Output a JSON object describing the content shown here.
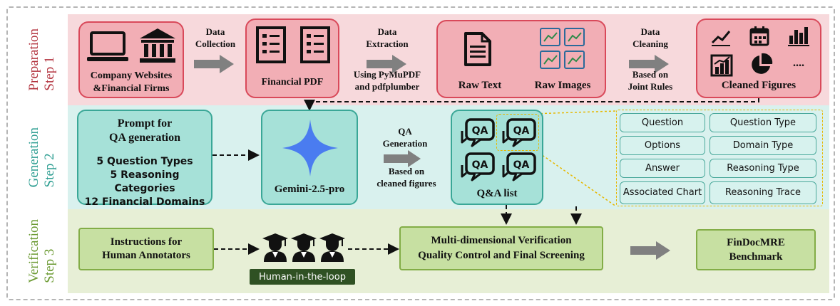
{
  "steps": [
    {
      "label": "Step 1",
      "name": "Preparation"
    },
    {
      "label": "Step 2",
      "name": "Generation"
    },
    {
      "label": "Step 3",
      "name": "Verification"
    }
  ],
  "step1": {
    "sources": "Company Websites &Financial Firms",
    "arrow1": [
      "Data",
      "Collection"
    ],
    "pdf": "Financial PDF",
    "arrow2": [
      "Data",
      "Extraction"
    ],
    "arrow2_note": [
      "Using PyMuPDF",
      "and pdfplumber"
    ],
    "raw_text": "Raw Text",
    "raw_images": "Raw Images",
    "arrow3": [
      "Data",
      "Cleaning"
    ],
    "arrow3_note": [
      "Based on",
      "Joint Rules"
    ],
    "cleaned": "Cleaned Figures",
    "more": "...."
  },
  "step2": {
    "prompt_title": [
      "Prompt for",
      "QA generation"
    ],
    "prompt_items": [
      "5 Question Types",
      "5 Reasoning Categories",
      "12 Financial Domains"
    ],
    "model": "Gemini-2.5-pro",
    "arrow": [
      "QA",
      "Generation"
    ],
    "arrow_note": [
      "Based on",
      "cleaned figures"
    ],
    "qa_icon_text": "QA",
    "qa_list": "Q&A list",
    "fields_left": [
      "Question",
      "Options",
      "Answer",
      "Associated Chart"
    ],
    "fields_right": [
      "Question Type",
      "Domain Type",
      "Reasoning Type",
      "Reasoning Trace"
    ]
  },
  "step3": {
    "instructions": [
      "Instructions for",
      "Human Annotators"
    ],
    "hitl": "Human-in-the-loop",
    "verification": [
      "Multi-dimensional Verification",
      "Quality Control and Final Screening"
    ],
    "benchmark": [
      "FinDocMRE",
      "Benchmark"
    ]
  },
  "colors": {
    "step1_bg": "#f7d9dc",
    "step1_box": "#f2aeb5",
    "step1_border": "#d9495a",
    "step2_bg": "#d9f1ee",
    "step2_box": "#a6e1d8",
    "step2_border": "#3aa797",
    "step3_bg": "#e7efd6",
    "step3_box": "#c7e0a2",
    "step3_border": "#83ad47",
    "highlight": "#e6b800",
    "gemini": "#4a7cf0",
    "hitl_bg": "#2f5123"
  }
}
